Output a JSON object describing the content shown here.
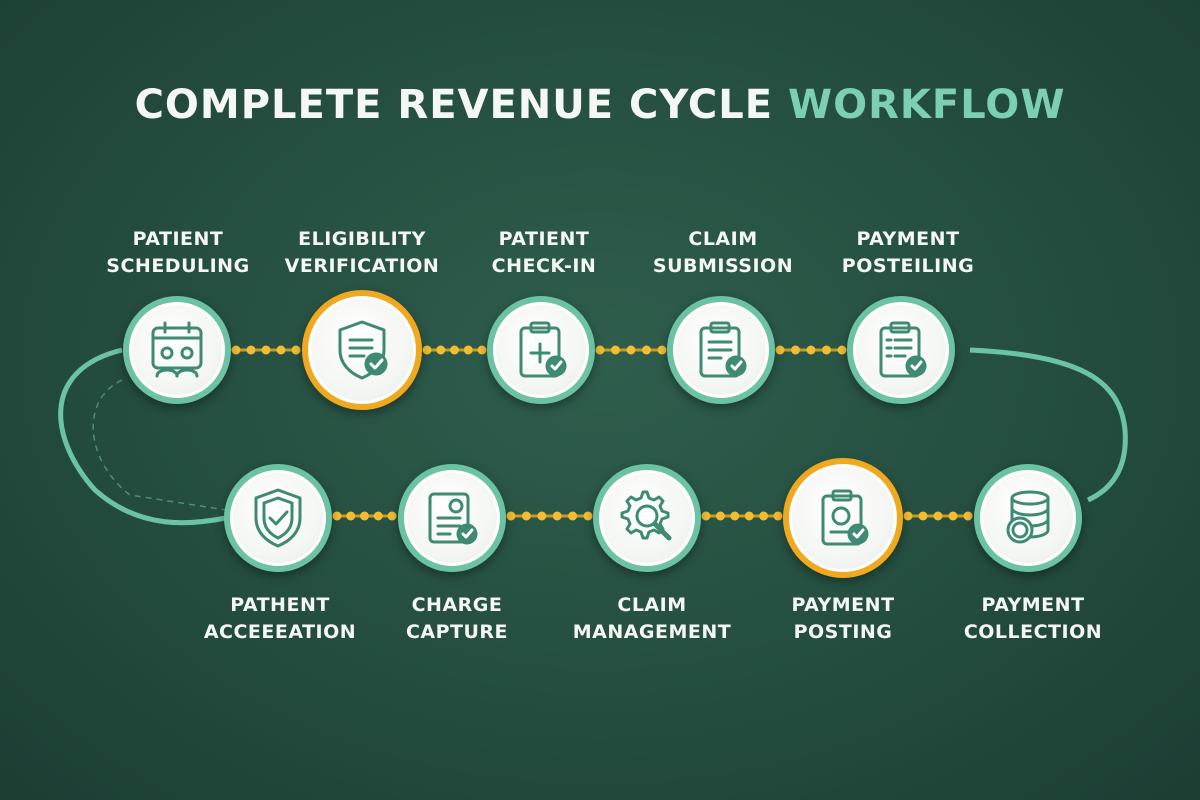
{
  "title": {
    "main": "COMPLETE REVENUE CYCLE ",
    "accent": "WORKFLOW"
  },
  "steps_top": [
    {
      "line1": "PATIENT",
      "line2": "SCHEDULING",
      "icon": "calendar-people-icon"
    },
    {
      "line1": "ELIGIBILITY",
      "line2": "VERIFICATION",
      "icon": "shield-document-check-icon"
    },
    {
      "line1": "PATIENT",
      "line2": "CHECK-IN",
      "icon": "clipboard-plus-icon"
    },
    {
      "line1": "CLAIM",
      "line2": "SUBMISSION",
      "icon": "clipboard-check-icon"
    },
    {
      "line1": "PAYMENT",
      "line2": "POSTEILING",
      "icon": "clipboard-list-check-icon"
    }
  ],
  "steps_bottom": [
    {
      "line1": "PATHENT",
      "line2": "ACCEEEATION",
      "icon": "shield-check-icon"
    },
    {
      "line1": "CHARGE",
      "line2": "CAPTURE",
      "icon": "document-badge-icon"
    },
    {
      "line1": "CLAIM",
      "line2": "MANAGEMENT",
      "icon": "gear-magnifier-icon"
    },
    {
      "line1": "PAYMENT",
      "line2": "POSTING",
      "icon": "clipboard-coin-icon"
    },
    {
      "line1": "PAYMENT",
      "line2": "COLLECTION",
      "icon": "database-coin-icon"
    }
  ],
  "colors": {
    "accent": "#7ccfb3",
    "ring": "#6cc3a4",
    "highlight": "#f0a81e",
    "icon": "#3e8a72",
    "connector": "#e9b32a"
  }
}
